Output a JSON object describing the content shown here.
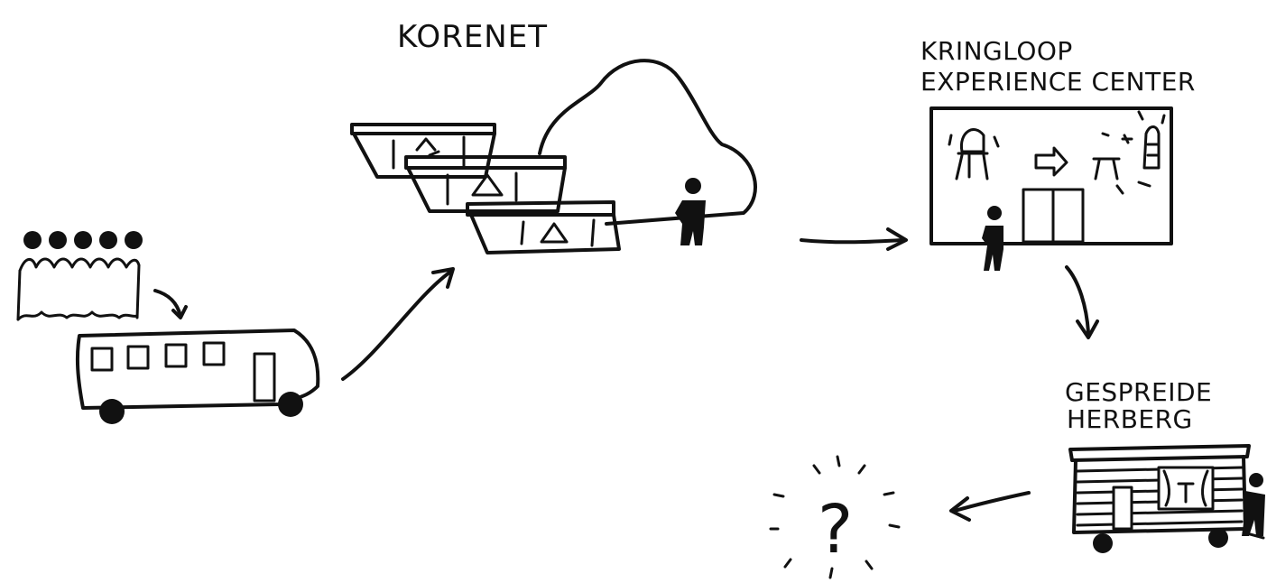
{
  "labels": {
    "korenet": "KORENET",
    "kringloop_line1": "KRINGLOOP",
    "kringloop_line2": "EXPERIENCE CENTER",
    "herberg_line1": "GESPREIDE",
    "herberg_line2": "HERBERG",
    "unknown": "?"
  },
  "colors": {
    "ink": "#111111",
    "background": "#ffffff"
  }
}
